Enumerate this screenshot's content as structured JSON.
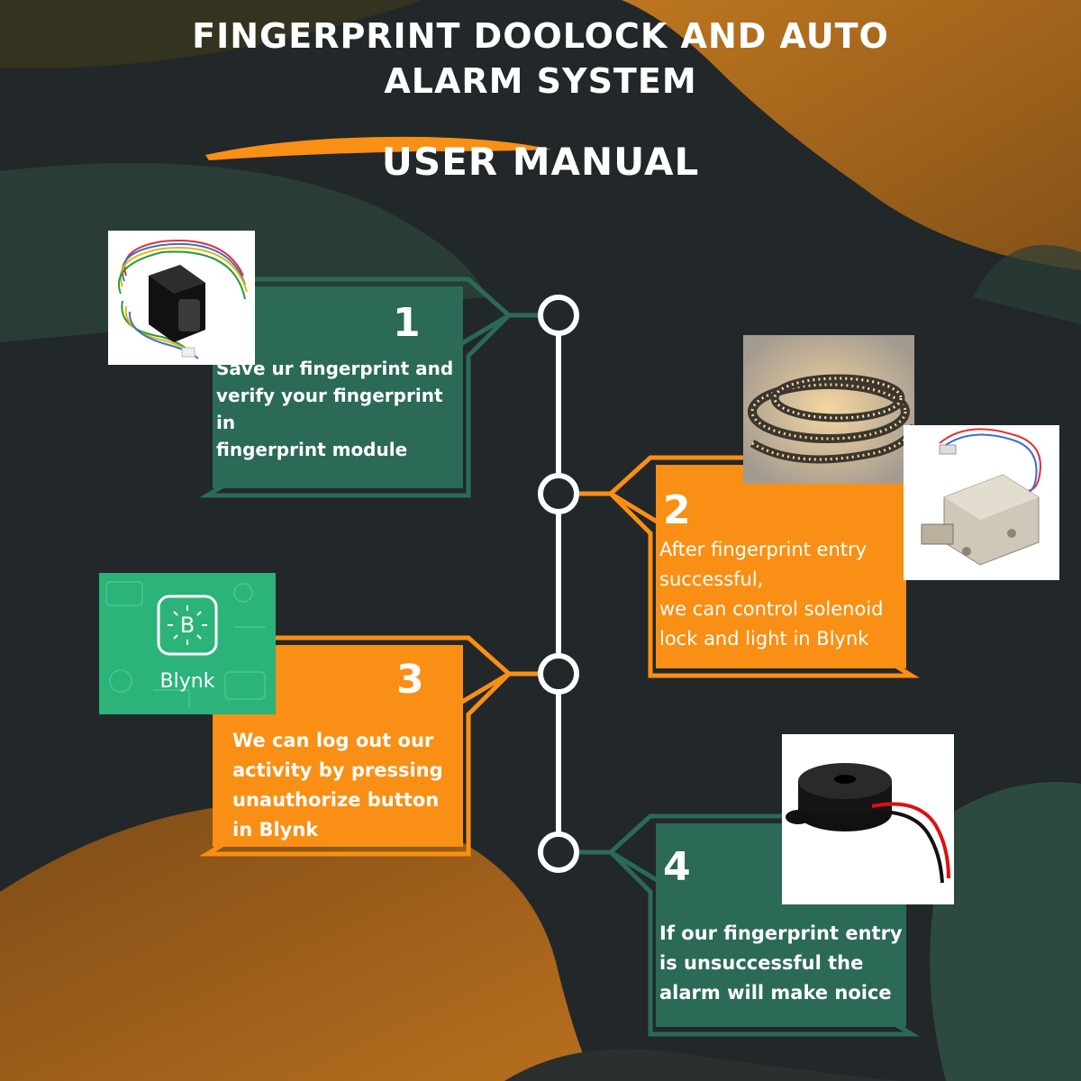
{
  "title": {
    "line1": "FINGERPRINT DOOLOCK AND AUTO",
    "line2": "ALARM SYSTEM",
    "subtitle": "USER MANUAL"
  },
  "colors": {
    "background": "#22272a",
    "green": "#2a6a57",
    "orange": "#f98f14",
    "text": "#ffffff",
    "timeline": "#ffffff"
  },
  "steps": [
    {
      "number": "1",
      "lines": [
        "Save ur fingerprint and",
        "verify your fingerprint in",
        "fingerprint module"
      ],
      "color": "green",
      "image_icon": "fingerprint-module-icon"
    },
    {
      "number": "2",
      "lines": [
        "After fingerprint entry",
        "successful,",
        "we can control solenoid",
        "lock and light in Blynk"
      ],
      "color": "orange",
      "image_icon": "led-strip-icon",
      "image_icon_2": "solenoid-lock-icon"
    },
    {
      "number": "3",
      "lines": [
        "We can log out our",
        "activity by pressing",
        "unauthorize button",
        "in Blynk"
      ],
      "color": "orange",
      "image_icon": "blynk-logo-icon",
      "image_label": "Blynk",
      "image_glyph": "B"
    },
    {
      "number": "4",
      "lines": [
        "If our fingerprint entry",
        "is unsuccessful the",
        "alarm will make noice"
      ],
      "color": "green",
      "image_icon": "buzzer-icon"
    }
  ]
}
